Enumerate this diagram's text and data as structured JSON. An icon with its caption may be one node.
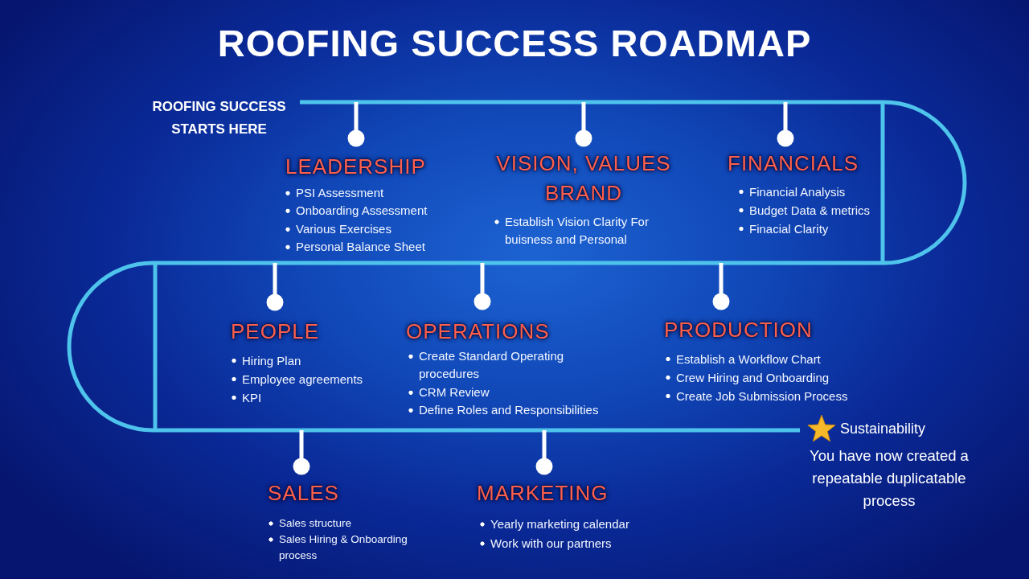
{
  "diagram": {
    "title": "ROOFING SUCCESS ROADMAP",
    "nodes": [
      {
        "text": [
          "ROOFING SUCCESS STARTS HERE"
        ]
      },
      {
        "text": [
          "LEADERSHIP",
          "PSI Assessment",
          "Onboarding Assessment",
          "Various Exercises",
          "Personal Balance Sheet"
        ]
      },
      {
        "text": [
          "VISION, VALUES BRAND",
          "Establish Vision Clarity For buisness and Personal"
        ]
      },
      {
        "text": [
          "FINANCIALS",
          "Financial Analysis",
          "Budget Data & metrics",
          "Finacial Clarity"
        ]
      },
      {
        "text": [
          "PEOPLE",
          "Hiring Plan",
          "Employee agreements",
          "KPI"
        ]
      },
      {
        "text": [
          "OPERATIONS",
          "Create Standard Operating procedures",
          "CRM Review",
          "Define Roles and Responsibilities"
        ]
      },
      {
        "text": [
          "PRODUCTION",
          "Establish a Workflow Chart",
          "Crew Hiring and Onboarding",
          "Create Job Submission Process"
        ]
      },
      {
        "text": [
          "SALES",
          "Sales structure",
          "Sales Hiring & Onboarding process"
        ]
      },
      {
        "text": [
          "MARKETING",
          "Yearly marketing calendar",
          "Work with our partners"
        ]
      },
      {
        "text": [
          "Sustainability",
          "You have now created a repeatable duplicatable process"
        ]
      }
    ],
    "edges": [
      {
        "from": 0,
        "to": 1,
        "arrow": "none"
      },
      {
        "from": 1,
        "to": 2,
        "arrow": "none"
      },
      {
        "from": 2,
        "to": 3,
        "arrow": "none"
      },
      {
        "from": 3,
        "to": 6,
        "arrow": "none"
      },
      {
        "from": 6,
        "to": 5,
        "arrow": "none"
      },
      {
        "from": 5,
        "to": 4,
        "arrow": "none"
      },
      {
        "from": 4,
        "to": 7,
        "arrow": "none"
      },
      {
        "from": 7,
        "to": 8,
        "arrow": "none"
      },
      {
        "from": 8,
        "to": 9,
        "arrow": "none"
      }
    ]
  }
}
